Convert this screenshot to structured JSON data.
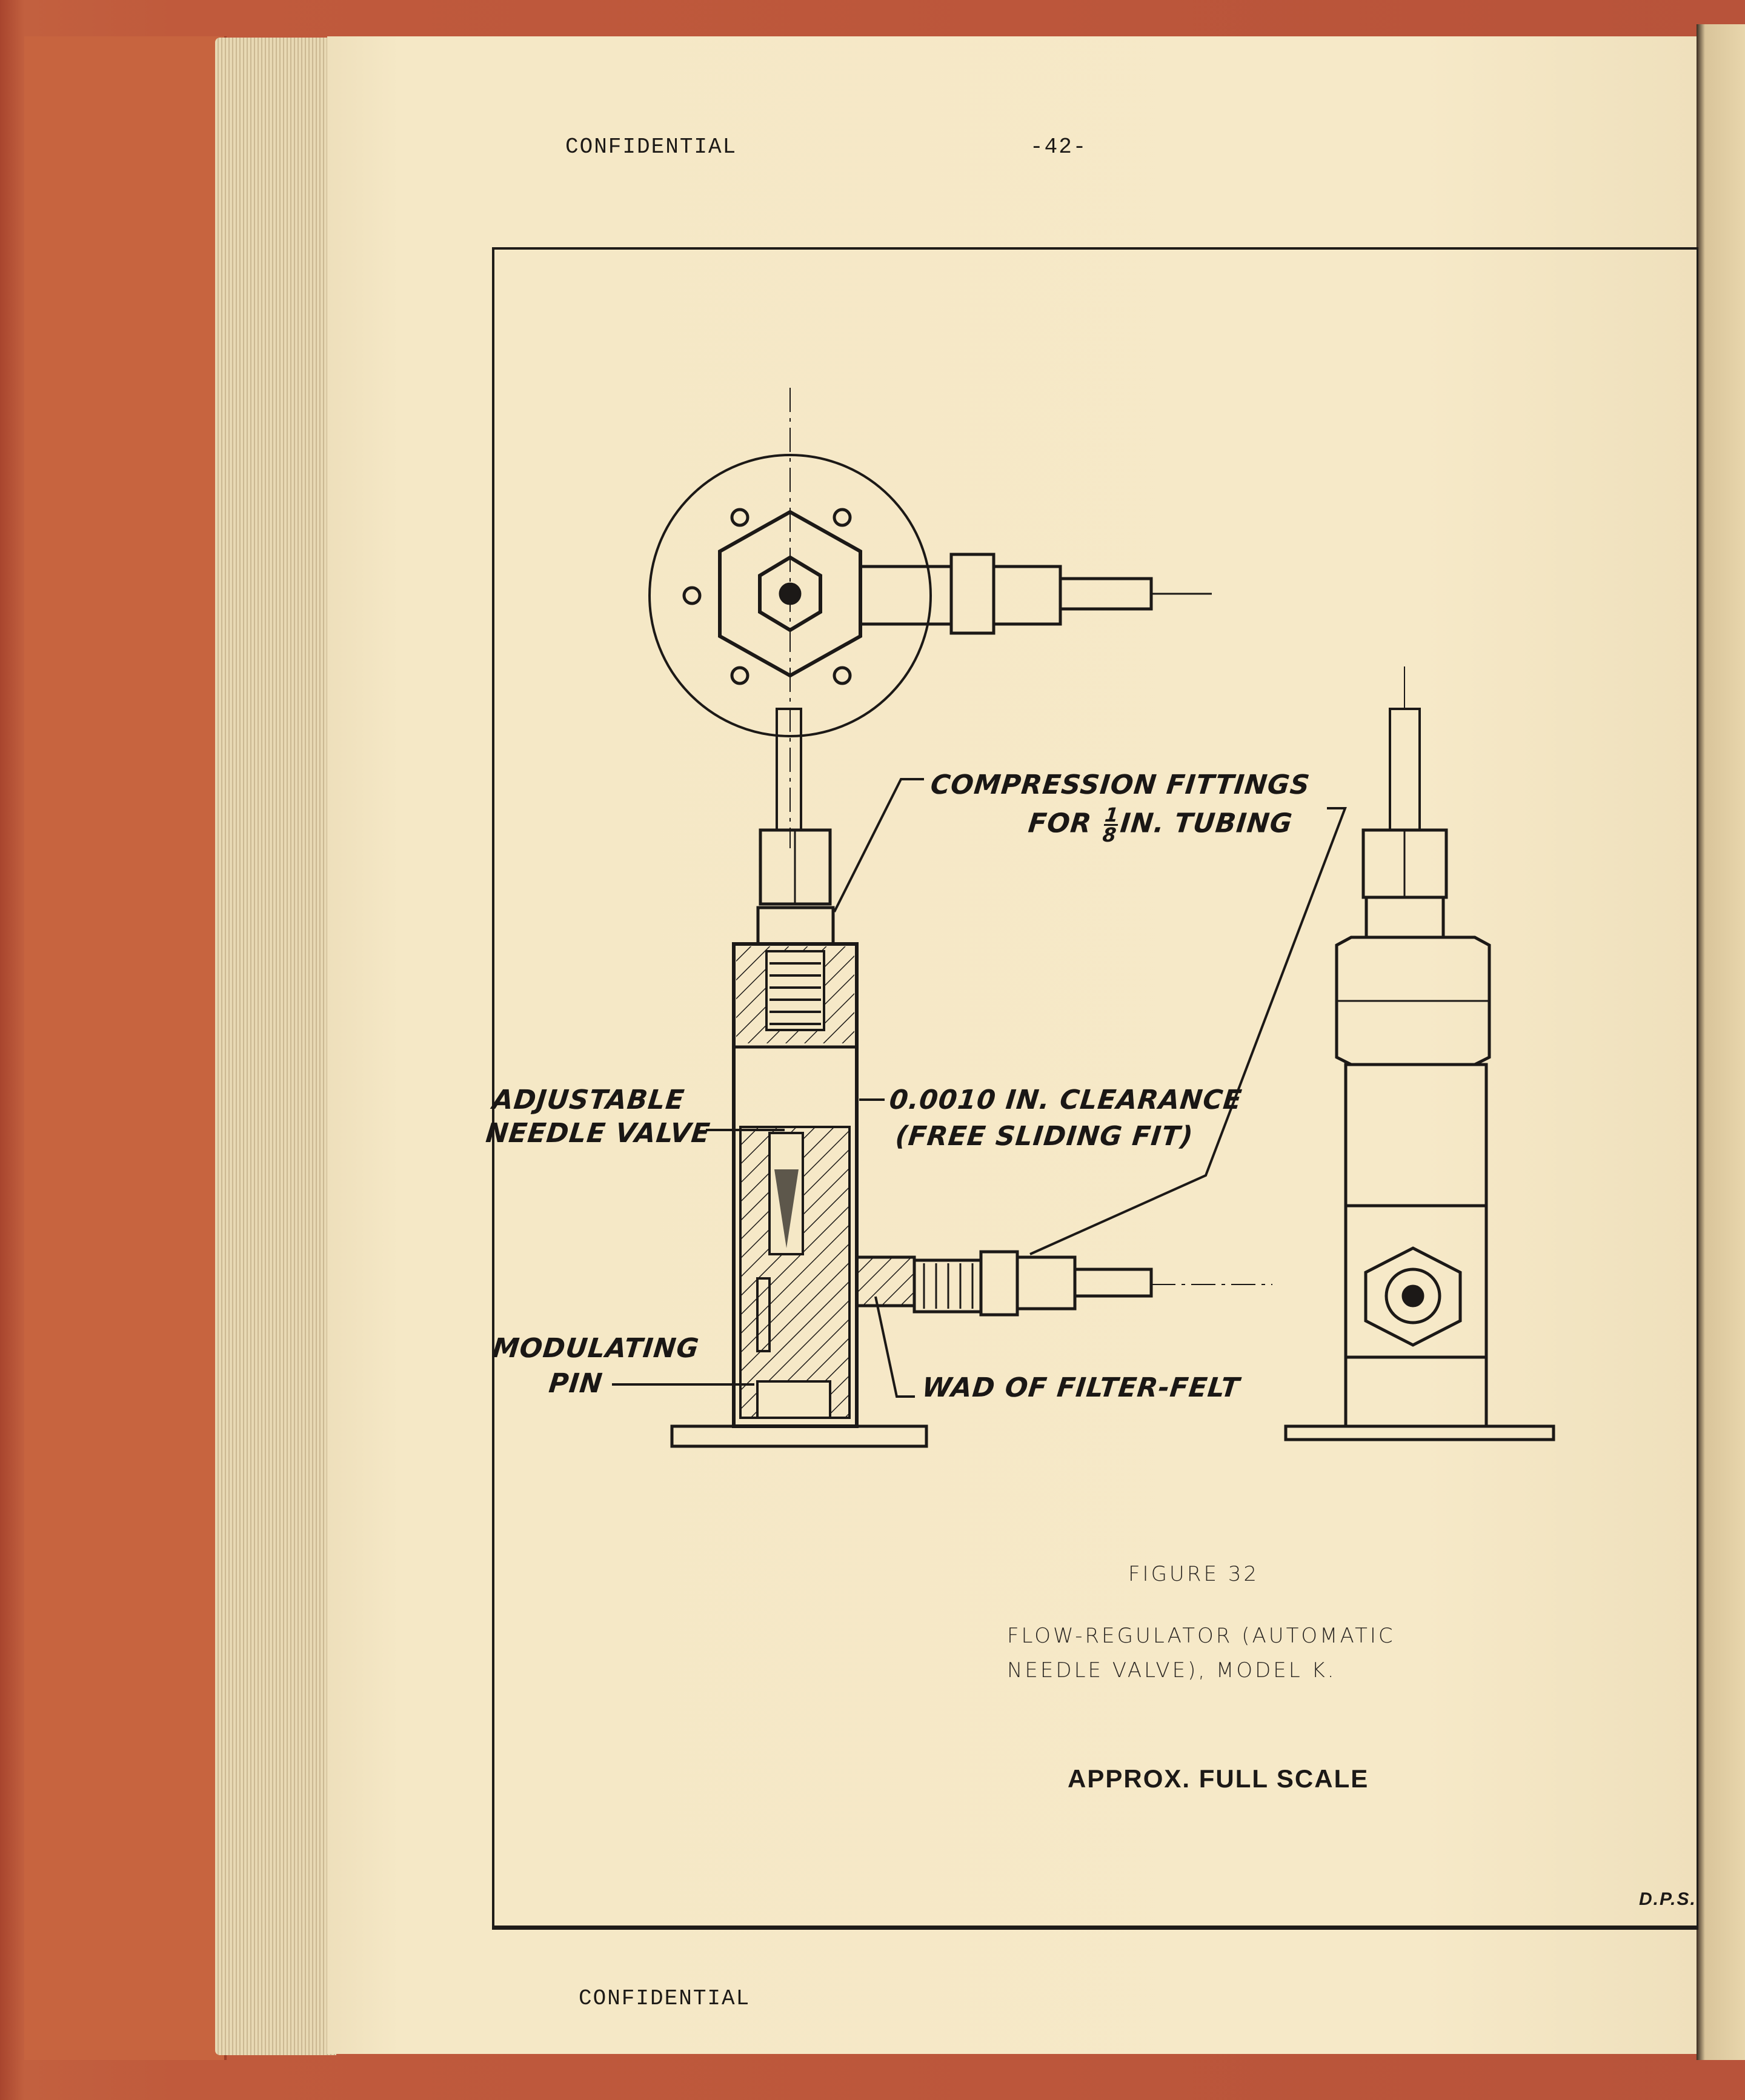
{
  "page": {
    "header_left": "CONFIDENTIAL",
    "page_number": "-42-",
    "footer": "CONFIDENTIAL"
  },
  "figure": {
    "labels": {
      "compression_fittings_line1": "COMPRESSION FITTINGS",
      "compression_fittings_for": "FOR",
      "fraction_numerator": "1",
      "fraction_denominator": "8",
      "compression_fittings_rest": "IN. TUBING",
      "adjustable_line1": "ADJUSTABLE",
      "adjustable_line2": "NEEDLE VALVE",
      "clearance_line1": "0.0010 IN. CLEARANCE",
      "clearance_line2": "(FREE SLIDING FIT)",
      "modulating_line1": "MODULATING",
      "modulating_line2": "PIN",
      "wad": "WAD OF FILTER-FELT"
    },
    "number": "FIGURE 32",
    "caption_line1": "FLOW-REGULATOR (AUTOMATIC",
    "caption_line2": "NEEDLE VALVE), MODEL K.",
    "scale_note": "APPROX. FULL SCALE",
    "initials": "D.P.S."
  }
}
